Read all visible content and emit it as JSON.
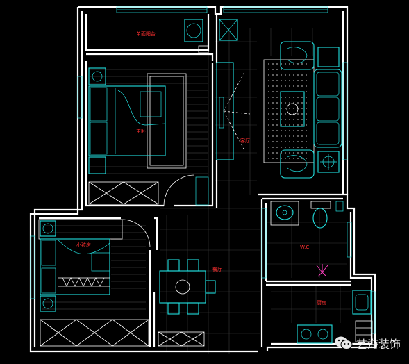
{
  "rooms": {
    "balcony": "单面阳台",
    "master_bedroom": "主卧",
    "living_room": "客厅",
    "small_bedroom": "小孩房",
    "dining_room": "餐厅",
    "toilet": "W.C",
    "kitchen": "厨房"
  },
  "watermark": {
    "icon": "wechat-icon",
    "text": "艺海装饰"
  },
  "colors": {
    "background": "#000000",
    "walls": "#ffffff",
    "furniture": "#22e0e0",
    "labels": "#ff3030",
    "accent": "#ff40c0"
  }
}
